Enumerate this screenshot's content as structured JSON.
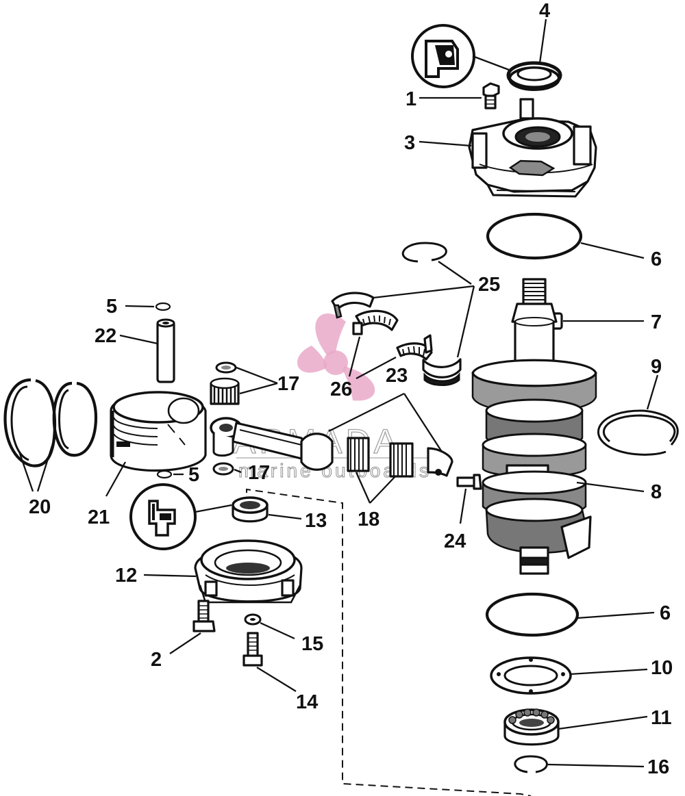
{
  "watermark": {
    "brand": "ARMADA",
    "tagline": "marine outboards",
    "logo_icon": "propeller-icon",
    "logo_color": "#e9a9c9"
  },
  "callouts": {
    "c1": "1",
    "c2": "2",
    "c3": "3",
    "c4": "4",
    "c5a": "5",
    "c5b": "5",
    "c6a": "6",
    "c6b": "6",
    "c7": "7",
    "c8": "8",
    "c9": "9",
    "c10": "10",
    "c11": "11",
    "c12": "12",
    "c13": "13",
    "c14": "14",
    "c15": "15",
    "c16": "16",
    "c17a": "17",
    "c17b": "17",
    "c18": "18",
    "c20": "20",
    "c21": "21",
    "c22": "22",
    "c23": "23",
    "c24": "24",
    "c25": "25",
    "c26": "26"
  }
}
